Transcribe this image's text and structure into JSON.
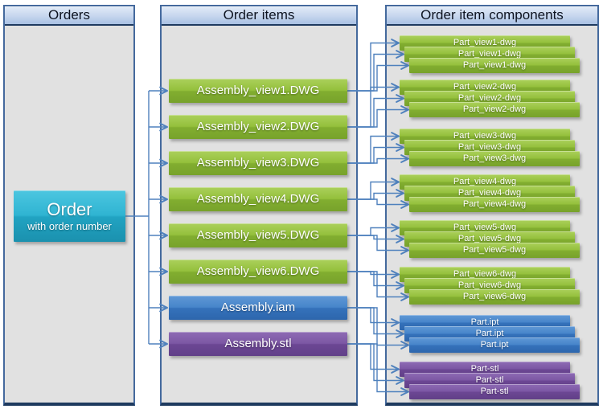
{
  "figure": {
    "columns": [
      {
        "title": "Orders"
      },
      {
        "title": "Order items"
      },
      {
        "title": "Order item components"
      }
    ],
    "order_node": {
      "title": "Order",
      "subtitle": "with order number",
      "color": "teal"
    },
    "order_items": [
      {
        "label": "Assembly_view1.DWG",
        "color": "green"
      },
      {
        "label": "Assembly_view2.DWG",
        "color": "green"
      },
      {
        "label": "Assembly_view3.DWG",
        "color": "green"
      },
      {
        "label": "Assembly_view4.DWG",
        "color": "green"
      },
      {
        "label": "Assembly_view5.DWG",
        "color": "green"
      },
      {
        "label": "Assembly_view6.DWG",
        "color": "green"
      },
      {
        "label": "Assembly.iam",
        "color": "blue"
      },
      {
        "label": "Assembly.stl",
        "color": "purple"
      }
    ],
    "component_groups": [
      {
        "label": "Part_view1-dwg",
        "color": "green",
        "count": 3
      },
      {
        "label": "Part_view2-dwg",
        "color": "green",
        "count": 3
      },
      {
        "label": "Part_view3-dwg",
        "color": "green",
        "count": 3
      },
      {
        "label": "Part_view4-dwg",
        "color": "green",
        "count": 3
      },
      {
        "label": "Part_view5-dwg",
        "color": "green",
        "count": 3
      },
      {
        "label": "Part_view6-dwg",
        "color": "green",
        "count": 3
      },
      {
        "label": "Part.ipt",
        "color": "blue",
        "count": 3
      },
      {
        "label": "Part-stl",
        "color": "purple",
        "count": 3
      }
    ],
    "colors": {
      "connector": "#4f81bd",
      "panel_background": "#e1e1e1",
      "panel_border": "#44699d",
      "panel_border_dark": "#1e3a5f",
      "header_background": "#c6d6ee",
      "green": "#8ab636",
      "blue": "#3d7ac2",
      "purple": "#744f9c",
      "teal": "#2aabc9"
    }
  }
}
